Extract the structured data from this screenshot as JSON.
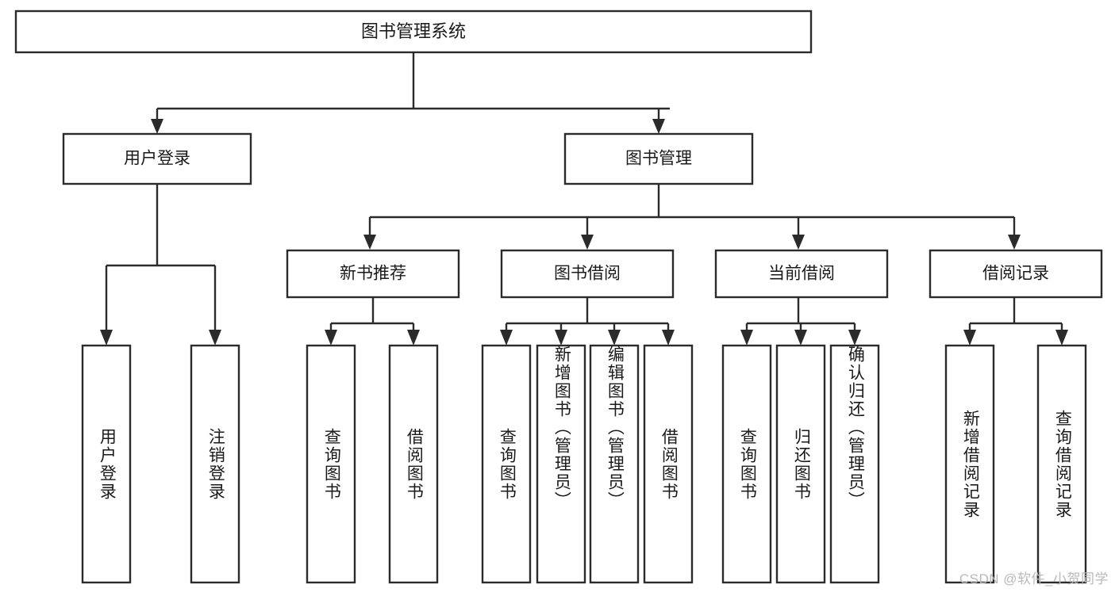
{
  "diagram": {
    "title": "图书管理系统",
    "type": "tree",
    "orientation": "top-down",
    "colors": {
      "box_stroke": "#2b2b2b",
      "box_fill": "#ffffff",
      "text": "#1a1a1a",
      "background": "#ffffff",
      "watermark": "#b9b9b9"
    },
    "root": {
      "label": "图书管理系统"
    },
    "level2": [
      {
        "label": "用户登录"
      },
      {
        "label": "图书管理"
      }
    ],
    "level3": [
      {
        "label": "新书推荐"
      },
      {
        "label": "图书借阅"
      },
      {
        "label": "当前借阅"
      },
      {
        "label": "借阅记录"
      }
    ],
    "groups": [
      {
        "parent": "用户登录",
        "leaves": [
          "用户登录",
          "注销登录"
        ]
      },
      {
        "parent": "新书推荐",
        "leaves": [
          "查询图书",
          "借阅图书"
        ]
      },
      {
        "parent": "图书借阅",
        "leaves": [
          "查询图书",
          "新增图书（管理员）",
          "编辑图书（管理员）",
          "借阅图书"
        ]
      },
      {
        "parent": "当前借阅",
        "leaves": [
          "查询图书",
          "归还图书",
          "确认归还（管理员）"
        ]
      },
      {
        "parent": "借阅记录",
        "leaves": [
          "新增借阅记录",
          "查询借阅记录"
        ]
      }
    ]
  },
  "watermark": {
    "text": "CSDN @软件_小贺同学"
  }
}
